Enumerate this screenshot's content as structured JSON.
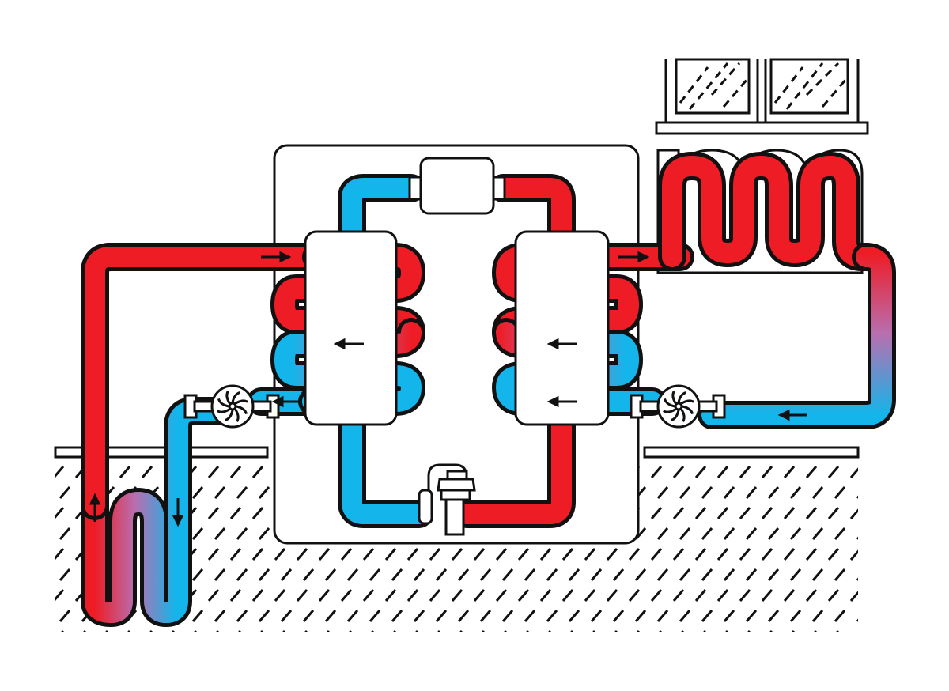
{
  "colors": {
    "hot": "#ee1c25",
    "cold": "#13b5ea",
    "mixed": "#b86fb0",
    "outline": "#111111",
    "background": "#ffffff"
  },
  "components": {
    "ground_loop": "ground-heat-exchanger-icon",
    "left_pump": "circulation-pump-icon",
    "right_pump": "circulation-pump-icon",
    "evaporator": "heat-exchanger-icon",
    "condenser": "heat-exchanger-icon",
    "compressor": "compressor-icon",
    "expansion_valve": "expansion-valve-icon",
    "radiator": "radiator-icon",
    "window": "window-icon"
  },
  "flow_direction": {
    "ground_loop_left_leg": "up",
    "ground_loop_right_leg": "down",
    "source_supply": "right",
    "source_return": "left",
    "heating_supply": "right",
    "heating_return": "left"
  }
}
